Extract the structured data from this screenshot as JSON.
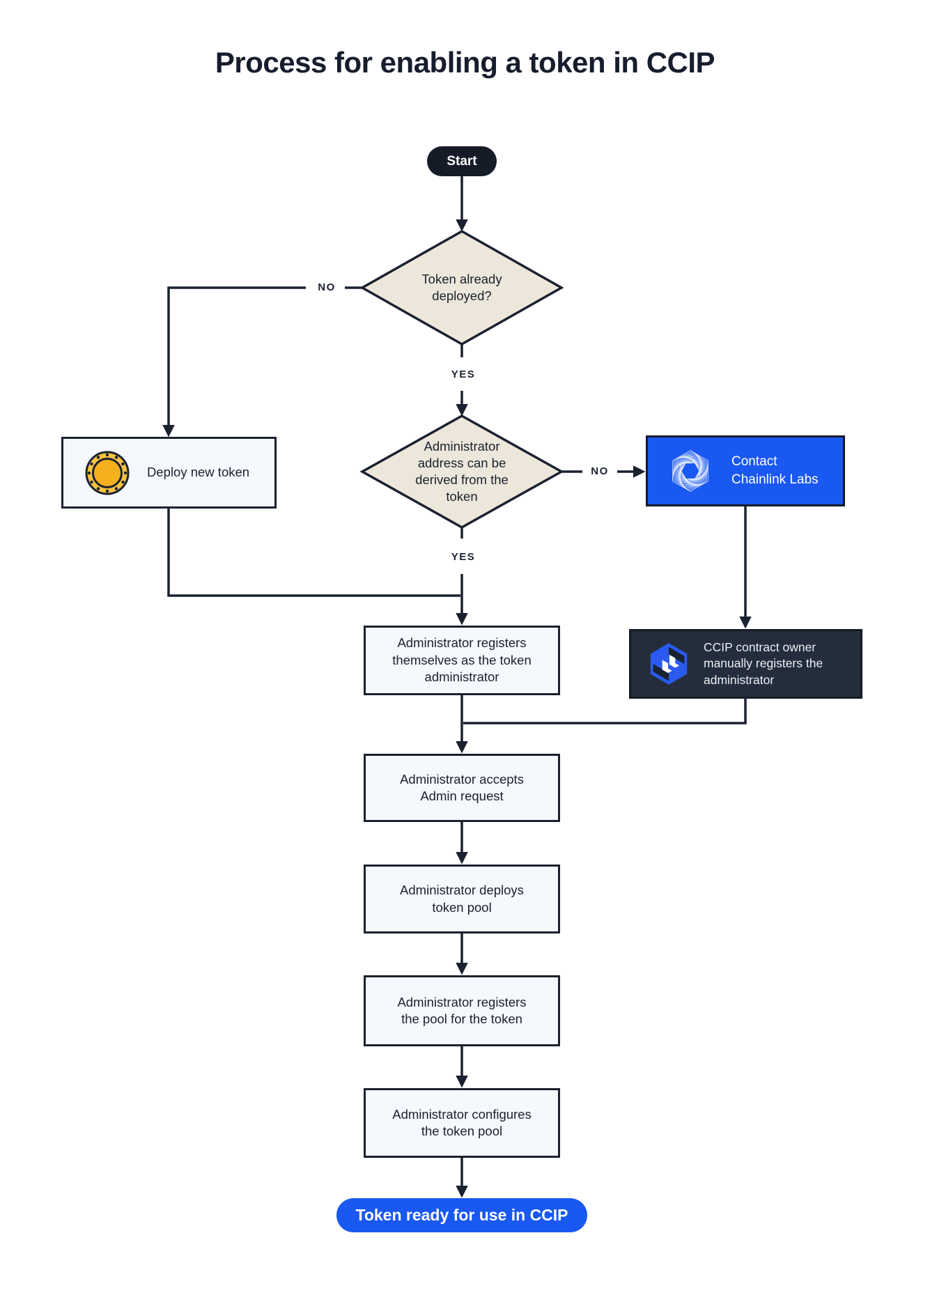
{
  "title": "Process for enabling a token in CCIP",
  "edge_labels": {
    "yes": "YES",
    "no": "NO"
  },
  "nodes": {
    "start": {
      "label": "Start"
    },
    "token_deployed_q": {
      "label": "Token already deployed?"
    },
    "deploy_new_token": {
      "label": "Deploy new token"
    },
    "admin_address_q": {
      "label": "Administrator address can be derived from the token"
    },
    "contact_chainlink": {
      "label": "Contact Chainlink Labs"
    },
    "admin_registers_self": {
      "label": "Administrator registers themselves as the token administrator"
    },
    "ccip_owner_registers": {
      "label": "CCIP contract owner manually registers the administrator"
    },
    "admin_accepts": {
      "label": "Administrator accepts Admin request"
    },
    "admin_deploys_pool": {
      "label": "Administrator deploys token pool"
    },
    "admin_registers_pool": {
      "label": "Administrator registers the pool for the token"
    },
    "admin_configures_pool": {
      "label": "Administrator configures the token pool"
    },
    "token_ready": {
      "label": "Token ready for use in CCIP"
    }
  },
  "icons": {
    "coin": "coin-icon",
    "chainlink_labs": "chainlink-labs-logo-icon",
    "ccip": "ccip-logo-icon"
  },
  "colors": {
    "ink_navy": "#1A2130",
    "diamond_fill": "#EDE6DA",
    "process_fill": "#F5F8FC",
    "dark_panel": "#242D3B",
    "accent_blue": "#1A58F2",
    "coin_gold": "#F5B11D"
  }
}
